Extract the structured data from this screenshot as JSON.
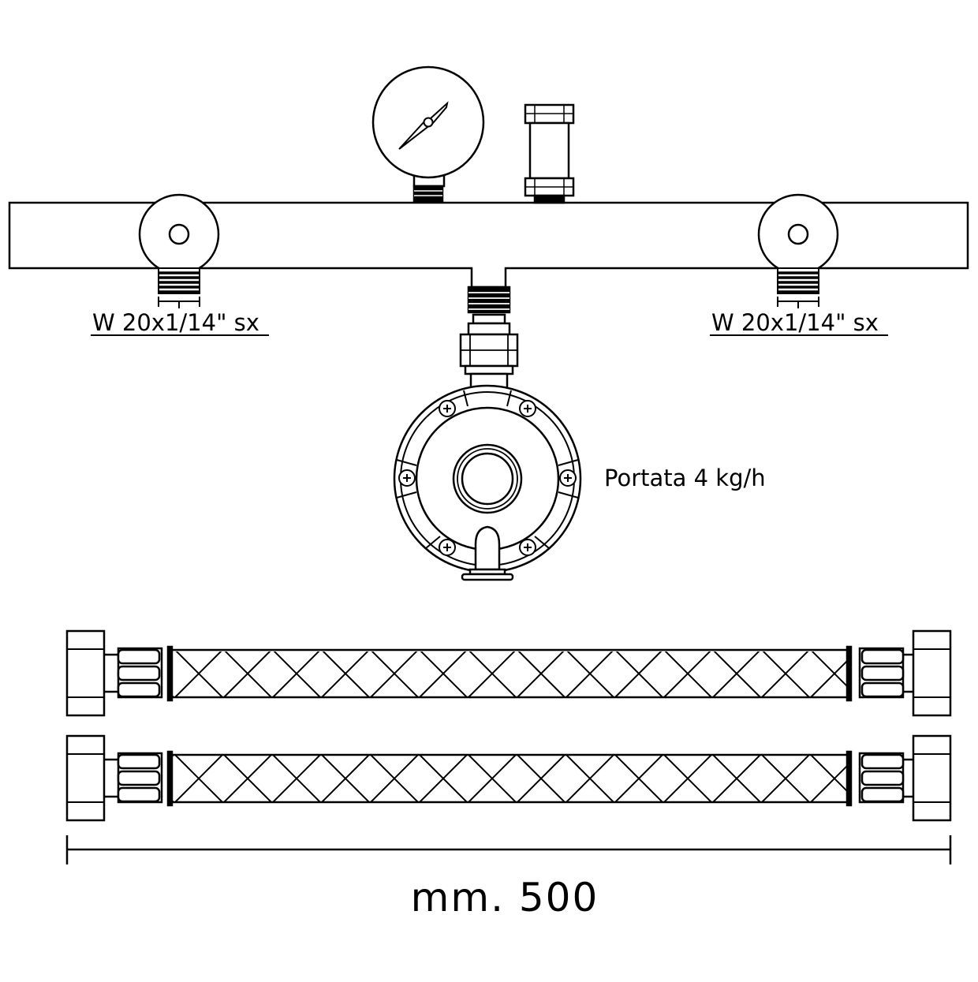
{
  "labels": {
    "left_thread": "W 20x1/14\" sx",
    "right_thread": "W 20x1/14\" sx",
    "flow_rate": "Portata 4 kg/h",
    "length": "mm. 500"
  },
  "parts": {
    "gauge": "pressure-gauge-icon",
    "valve": "valve-cylinder-icon",
    "regulator": "pressure-regulator-icon",
    "hoses": [
      "braided-hose-icon",
      "braided-hose-icon"
    ]
  },
  "colors": {
    "line": "#000000",
    "background": "#ffffff"
  }
}
